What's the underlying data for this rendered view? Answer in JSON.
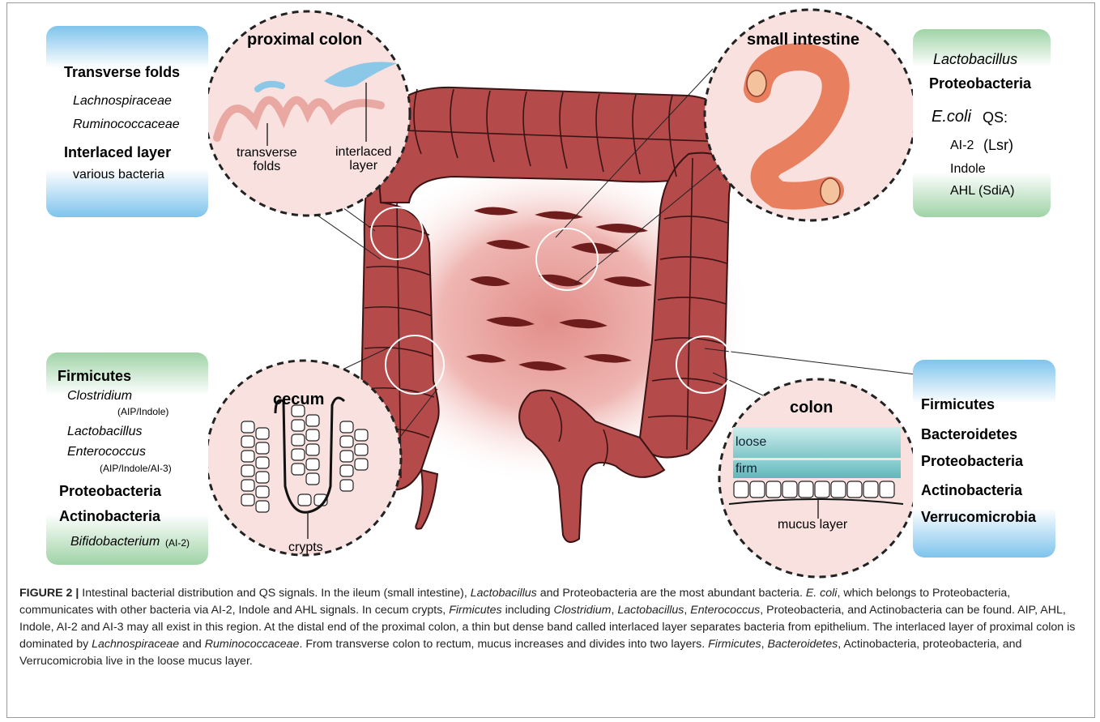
{
  "colors": {
    "colon_fill": "#b54a4a",
    "colon_stroke": "#3a1414",
    "bowel_glow": "#e8a7a3",
    "circle_fill": "#f8e1df",
    "blue_accent": "#7ec4ec",
    "green_accent": "#9fd3a6",
    "small_intestine": "#e8805f"
  },
  "circles": {
    "proximal_colon": {
      "title": "proximal colon",
      "label_a": "transverse\nfolds",
      "label_b": "interlaced\nlayer"
    },
    "small_intestine": {
      "title": "small intestine"
    },
    "cecum": {
      "title": "cecum",
      "label": "crypts"
    },
    "colon": {
      "title": "colon",
      "loose": "loose",
      "firm": "firm",
      "mucus": "mucus layer"
    }
  },
  "boxes": {
    "proximal": {
      "h1": "Transverse folds",
      "i1": "Lachnospiraceae",
      "i2": "Ruminococcaceae",
      "h2": "Interlaced layer",
      "n1": "various bacteria"
    },
    "small_intestine": {
      "i1": "Lactobacillus",
      "h1": "Proteobacteria",
      "ecoli": "E.coli",
      "qs": "QS:",
      "ai2": "AI-2",
      "lsr": "(Lsr)",
      "indole": "Indole",
      "ahl": "AHL (SdiA)"
    },
    "cecum": {
      "h1": "Firmicutes",
      "i1": "Clostridium",
      "s1": "(AIP/Indole)",
      "i2": "Lactobacillus",
      "i3": "Enterococcus",
      "s2": "(AIP/Indole/AI-3)",
      "h2": "Proteobacteria",
      "h3": "Actinobacteria",
      "i4": "Bifidobacterium",
      "s3": "(AI-2)"
    },
    "colon": {
      "h1": "Firmicutes",
      "h2": "Bacteroidetes",
      "h3": "Proteobacteria",
      "h4": "Actinobacteria",
      "h5": "Verrucomicrobia"
    }
  },
  "caption": {
    "figure_label": "FIGURE 2 |",
    "p1": " Intestinal bacterial distribution and QS signals. In the ileum (small intestine), ",
    "p1_i": "Lactobacillus",
    "p2": " and Proteobacteria are the most abundant bacteria. ",
    "p2_i": "E. coli",
    "p3": ", which belongs to Proteobacteria, communicates with other bacteria via AI-2, Indole and AHL signals. In cecum crypts, ",
    "p3_i1": "Firmicutes",
    "p3b": " including ",
    "p3_i2": "Clostridium",
    "p3c": ", ",
    "p3_i3": "Lactobacillus",
    "p3d": ", ",
    "p3_i4": "Enterococcus",
    "p4": ", Proteobacteria, and Actinobacteria can be found. AIP, AHL, Indole, AI-2 and AI-3 may all exist in this region. At the distal end of the proximal colon, a thin but dense band called interlaced layer separates bacteria from epithelium. The interlaced layer of proximal colon is dominated by ",
    "p4_i1": "Lachnospiraceae",
    "p4b": " and ",
    "p4_i2": "Ruminococcaceae",
    "p5": ". From transverse colon to rectum, mucus increases and divides into two layers. ",
    "p5_i1": "Firmicutes",
    "p5b": ", ",
    "p5_i2": "Bacteroidetes",
    "p6": ", Actinobacteria, proteobacteria, and Verrucomicrobia live in the loose mucus layer."
  }
}
